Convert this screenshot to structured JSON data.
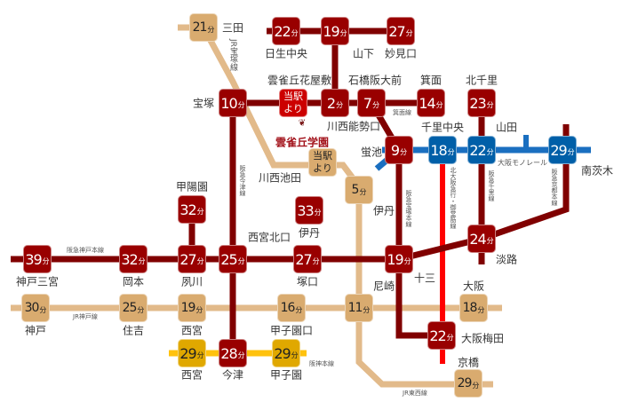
{
  "unit": "分",
  "logo": {
    "mark": "雲雀",
    "text": "雲雀丘学園"
  },
  "colors": {
    "hankyu_box": "#990000",
    "hankyu_line": "#800000",
    "jr_box": "#d9ab6f",
    "jr_line": "#e2ba8a",
    "monorail": "#005fa8",
    "hanshin_box": "#e0a800",
    "hanshin_line": "#ffc20e",
    "midosuji": "#ff0000",
    "here": "#cc0000"
  },
  "stations": {
    "sanda": {
      "time": "21",
      "name": "三田"
    },
    "nissei_chuo": {
      "time": "22",
      "name": "日生中央"
    },
    "yamashita": {
      "time": "19",
      "name": "山下"
    },
    "myokenguchi": {
      "time": "27",
      "name": "妙見口"
    },
    "takarazuka": {
      "time": "10",
      "name": "宝塚"
    },
    "hibarigaoka_hanayashiki": {
      "time": "当駅より",
      "name": "雲雀丘花屋敷"
    },
    "kawanishi_noseguchi": {
      "time": "2",
      "name": "川西能勢口"
    },
    "ishibashi_handaimae": {
      "time": "7",
      "name": "石橋阪大前"
    },
    "minoo": {
      "time": "14",
      "name": "箕面"
    },
    "kitasenri": {
      "time": "23",
      "name": "北千里"
    },
    "hotarugaike": {
      "time": "9",
      "name": "蛍池"
    },
    "senri_chuo": {
      "time": "18",
      "name": "千里中央"
    },
    "yamada": {
      "time": "22",
      "name": "山田"
    },
    "minami_ibaraki": {
      "time": "29",
      "name": "南茨木"
    },
    "kawanishi_ikeda": {
      "time": "当駅より",
      "name": "川西池田"
    },
    "itami_jr": {
      "time": "5",
      "name": "伊丹"
    },
    "itami_hankyu": {
      "time": "33",
      "name": "伊丹"
    },
    "koyoen": {
      "time": "32",
      "name": "甲陽園"
    },
    "awaji": {
      "time": "24",
      "name": "淡路"
    },
    "kobe_sannomiya": {
      "time": "39",
      "name": "神戸三宮"
    },
    "okamoto": {
      "time": "32",
      "name": "岡本"
    },
    "shukugawa": {
      "time": "27",
      "name": "夙川"
    },
    "nishinomiya_kitaguchi": {
      "time": "25",
      "name": "西宮北口"
    },
    "tsukaguchi": {
      "time": "27",
      "name": "塚口"
    },
    "juso": {
      "time": "19",
      "name": "十三"
    },
    "kobe_jr": {
      "time": "30",
      "name": "神戸"
    },
    "sumiyoshi": {
      "time": "25",
      "name": "住吉"
    },
    "nishinomiya_jr": {
      "time": "19",
      "name": "西宮"
    },
    "koshienguchi": {
      "time": "16",
      "name": "甲子園口"
    },
    "amagasaki": {
      "time": "11",
      "name": "尼崎"
    },
    "osaka": {
      "time": "18",
      "name": "大阪"
    },
    "osaka_umeda": {
      "time": "22",
      "name": "大阪梅田"
    },
    "nishinomiya_hanshin": {
      "time": "29",
      "name": "西宮"
    },
    "imazu": {
      "time": "28",
      "name": "今津"
    },
    "koshien": {
      "time": "29",
      "name": "甲子園"
    },
    "kyobashi": {
      "time": "29",
      "name": "京橋"
    }
  },
  "line_labels": {
    "jr_takarazuka": "JR宝塚線",
    "minoo": "箕面線",
    "monorail": "大阪モノレール",
    "imazu": "阪急今津線",
    "takarazuka_main": "阪急宝塚本線",
    "midosuji": "北大阪急行・御堂筋線",
    "senri": "阪急千里線",
    "kyoto_main": "阪急京都本線",
    "kobe_main": "阪急神戸本線",
    "jr_kobe": "JR神戸線",
    "hanshin_main": "阪神本線",
    "jr_tozai": "JR東西線"
  }
}
